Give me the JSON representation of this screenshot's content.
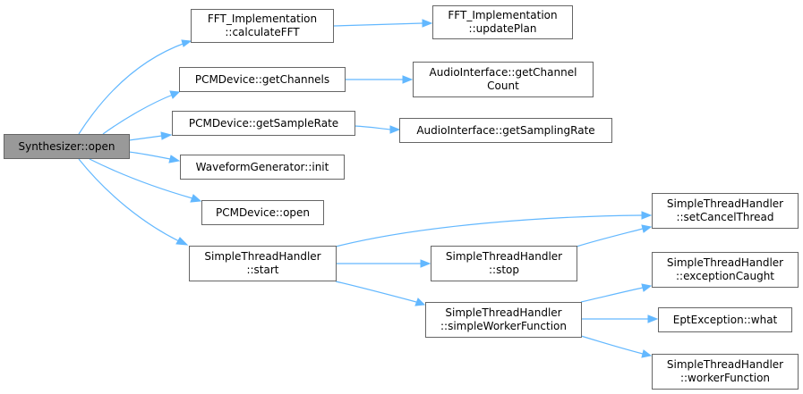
{
  "root": {
    "lines": [
      "Synthesizer::open"
    ]
  },
  "nodes": {
    "fft_calc": {
      "lines": [
        "FFT_Implementation",
        "::calculateFFT"
      ]
    },
    "fft_update": {
      "lines": [
        "FFT_Implementation",
        "::updatePlan"
      ]
    },
    "pcm_channels": {
      "lines": [
        "PCMDevice::getChannels"
      ]
    },
    "audio_channels": {
      "lines": [
        "AudioInterface::getChannel",
        "Count"
      ]
    },
    "pcm_rate": {
      "lines": [
        "PCMDevice::getSampleRate"
      ]
    },
    "audio_rate": {
      "lines": [
        "AudioInterface::getSamplingRate"
      ]
    },
    "wave_init": {
      "lines": [
        "WaveformGenerator::init"
      ]
    },
    "pcm_open": {
      "lines": [
        "PCMDevice::open"
      ]
    },
    "sth_start": {
      "lines": [
        "SimpleThreadHandler",
        "::start"
      ]
    },
    "sth_cancel": {
      "lines": [
        "SimpleThreadHandler",
        "::setCancelThread"
      ]
    },
    "sth_stop": {
      "lines": [
        "SimpleThreadHandler",
        "::stop"
      ]
    },
    "sth_exc": {
      "lines": [
        "SimpleThreadHandler",
        "::exceptionCaught"
      ]
    },
    "sth_simple": {
      "lines": [
        "SimpleThreadHandler",
        "::simpleWorkerFunction"
      ]
    },
    "ept_what": {
      "lines": [
        "EptException::what"
      ]
    },
    "sth_worker": {
      "lines": [
        "SimpleThreadHandler",
        "::workerFunction"
      ]
    }
  },
  "colors": {
    "edge": "#63b8ff",
    "border": "#666666",
    "root_fill": "#999999"
  }
}
